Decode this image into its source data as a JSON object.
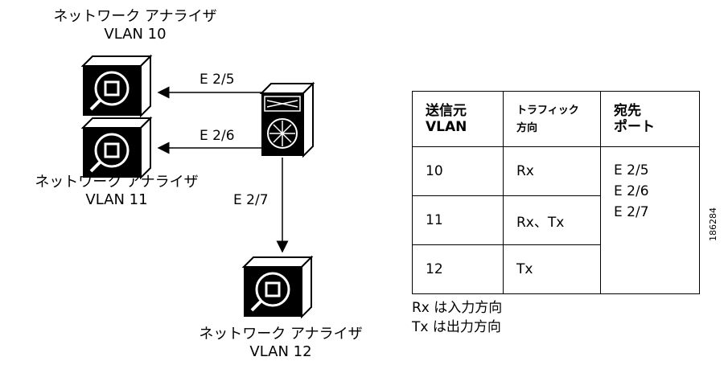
{
  "analyzers": [
    {
      "name": "ネットワーク アナライザ",
      "vlan": "VLAN 10"
    },
    {
      "name": "ネットワーク アナライザ",
      "vlan": "VLAN 11"
    },
    {
      "name": "ネットワーク アナライザ",
      "vlan": "VLAN 12"
    }
  ],
  "ports": [
    "E 2/5",
    "E 2/6",
    "E 2/7"
  ],
  "table": {
    "headers": [
      "送信元\nVLAN",
      "トラフィック\n方向",
      "宛先\nポート"
    ],
    "rows": [
      {
        "vlan": "10",
        "direction": "Rx"
      },
      {
        "vlan": "11",
        "direction": "Rx、Tx"
      },
      {
        "vlan": "12",
        "direction": "Tx"
      }
    ],
    "destinations": [
      "E 2/5",
      "E 2/6",
      "E 2/7"
    ]
  },
  "notes": [
    "Rx は入力方向",
    "Tx は出力方向"
  ],
  "figure_id": "186284"
}
